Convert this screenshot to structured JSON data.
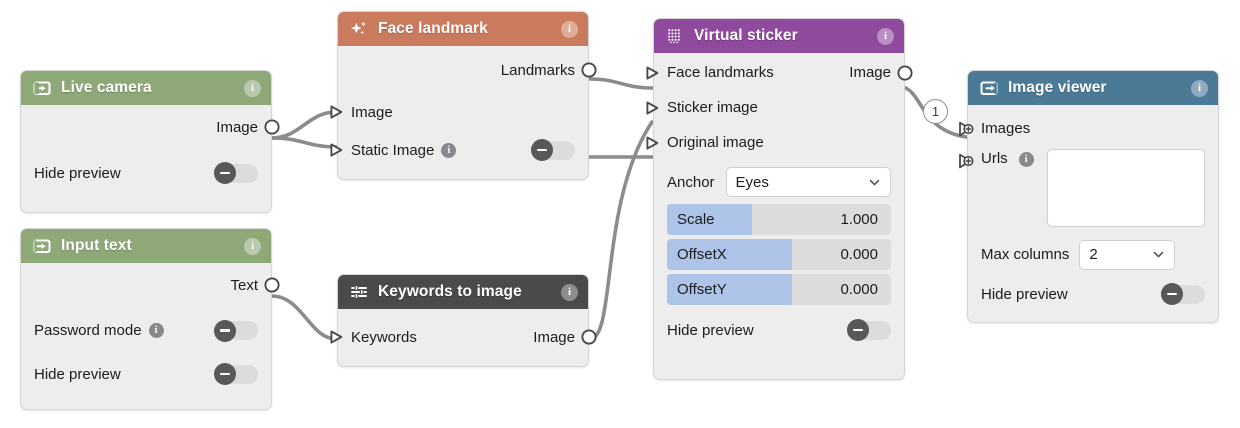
{
  "canvas": {
    "background": "#ffffff",
    "edge_color": "#8c8c8e"
  },
  "palette": {
    "green": "#8ea878",
    "orange": "#cb7b5d",
    "purple": "#8f4a9e",
    "dark": "#4a4a4c",
    "blue": "#4a7a95",
    "body": "#ededee",
    "slider_fill": "#aec3e8",
    "slider_track": "#dcdcdd"
  },
  "nodes": [
    {
      "id": "live-camera",
      "title": "Live camera",
      "icon": "input-arrow-icon",
      "header_color": "green",
      "info_label": "i",
      "outputs": [
        {
          "label": "Image"
        }
      ],
      "toggles": [
        {
          "label": "Hide preview",
          "state": "off"
        }
      ]
    },
    {
      "id": "input-text",
      "title": "Input text",
      "icon": "input-arrow-icon",
      "header_color": "green",
      "info_label": "i",
      "outputs": [
        {
          "label": "Text"
        }
      ],
      "toggles": [
        {
          "label": "Password mode",
          "state": "off",
          "info": "i"
        },
        {
          "label": "Hide preview",
          "state": "off"
        }
      ]
    },
    {
      "id": "face-landmark",
      "title": "Face landmark",
      "icon": "sparkle-icon",
      "header_color": "orange",
      "info_label": "i",
      "outputs": [
        {
          "label": "Landmarks"
        }
      ],
      "inputs": [
        {
          "label": "Image"
        },
        {
          "label": "Static Image",
          "info": "i",
          "toggle": "off"
        }
      ]
    },
    {
      "id": "keywords-to-image",
      "title": "Keywords to image",
      "icon": "sliders-icon",
      "header_color": "dark",
      "info_label": "i",
      "inputs": [
        {
          "label": "Keywords"
        }
      ],
      "outputs": [
        {
          "label": "Image"
        }
      ]
    },
    {
      "id": "virtual-sticker",
      "title": "Virtual sticker",
      "icon": "dot-grid-icon",
      "header_color": "purple",
      "info_label": "i",
      "inputs": [
        {
          "label": "Face landmarks"
        },
        {
          "label": "Sticker image"
        },
        {
          "label": "Original image"
        }
      ],
      "outputs": [
        {
          "label": "Image"
        }
      ],
      "select": {
        "label": "Anchor",
        "value": "Eyes",
        "options": [
          "Eyes"
        ]
      },
      "sliders": [
        {
          "name": "Scale",
          "value": "1.000",
          "fill_pct": 38
        },
        {
          "name": "OffsetX",
          "value": "0.000",
          "fill_pct": 56
        },
        {
          "name": "OffsetY",
          "value": "0.000",
          "fill_pct": 56
        }
      ],
      "toggles": [
        {
          "label": "Hide preview",
          "state": "off"
        }
      ]
    },
    {
      "id": "image-viewer",
      "title": "Image viewer",
      "icon": "output-arrow-icon",
      "header_color": "blue",
      "info_label": "i",
      "inputs": [
        {
          "label": "Images",
          "kind": "list"
        },
        {
          "label": "Urls",
          "kind": "list",
          "info": "i"
        }
      ],
      "textarea": {
        "value": "",
        "placeholder": ""
      },
      "select": {
        "label": "Max columns",
        "value": "2",
        "options": [
          "2"
        ]
      },
      "toggles": [
        {
          "label": "Hide preview",
          "state": "off"
        }
      ]
    }
  ],
  "edges": [
    {
      "from": "live-camera.Image",
      "to": "face-landmark.Image"
    },
    {
      "from": "live-camera.Image",
      "to": "face-landmark.Static Image"
    },
    {
      "from": "face-landmark.Landmarks",
      "to": "virtual-sticker.Face landmarks"
    },
    {
      "from": "face-landmark.Static Image",
      "to": "virtual-sticker.Original image"
    },
    {
      "from": "input-text.Text",
      "to": "keywords-to-image.Keywords"
    },
    {
      "from": "keywords-to-image.Image",
      "to": "virtual-sticker.Sticker image"
    },
    {
      "from": "virtual-sticker.Image",
      "to": "image-viewer.Images",
      "badge": "1"
    }
  ]
}
